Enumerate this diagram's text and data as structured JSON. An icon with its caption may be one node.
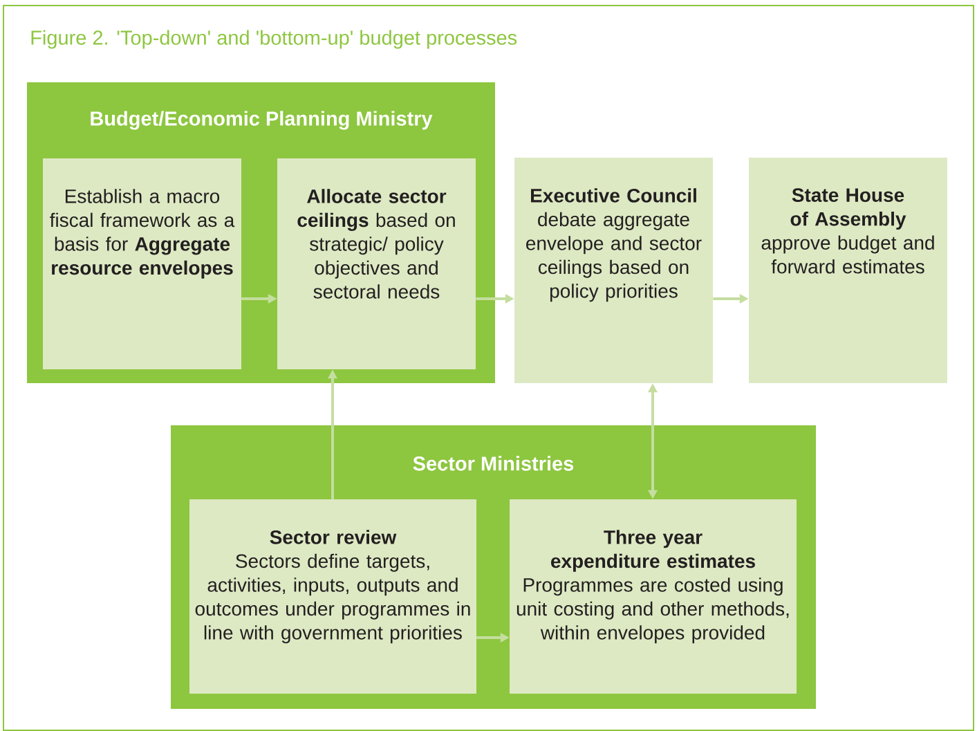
{
  "diagram": {
    "title": "Figure 2. 'Top-down' and 'bottom-up' budget processes",
    "nodes": [
      {
        "text": [
          "Budget/Economic Planning Ministry"
        ]
      },
      {
        "text": [
          "Establish a macro fiscal framework as a basis for **Aggregate resource envelopes**"
        ],
        "in": 0
      },
      {
        "text": [
          "**Allocate sector ceilings** based on strategic/ policy objectives and sectoral needs"
        ],
        "in": 0
      },
      {
        "text": [
          "Executive Council",
          "debate aggregate envelope and sector ceilings based on policy priorities"
        ]
      },
      {
        "text": [
          "State House of Assembly",
          "approve budget and forward estimates"
        ]
      },
      {
        "text": [
          "Sector Ministries"
        ]
      },
      {
        "text": [
          "Sector review",
          "Sectors define targets, activities, inputs, outputs and outcomes under programmes in line with government priorities"
        ],
        "in": 5
      },
      {
        "text": [
          "Three year expenditure estimates",
          "Programmes are costed using unit costing and other methods, within envelopes provided"
        ],
        "in": 5
      }
    ],
    "edges": [
      {
        "from": 1,
        "to": 2,
        "arrow": "to"
      },
      {
        "from": 2,
        "to": 3,
        "arrow": "to"
      },
      {
        "from": 3,
        "to": 4,
        "arrow": "to"
      },
      {
        "from": 6,
        "to": 2,
        "arrow": "to"
      },
      {
        "from": 3,
        "to": 7,
        "arrow": "both"
      },
      {
        "from": 6,
        "to": 7,
        "arrow": "to"
      }
    ]
  }
}
